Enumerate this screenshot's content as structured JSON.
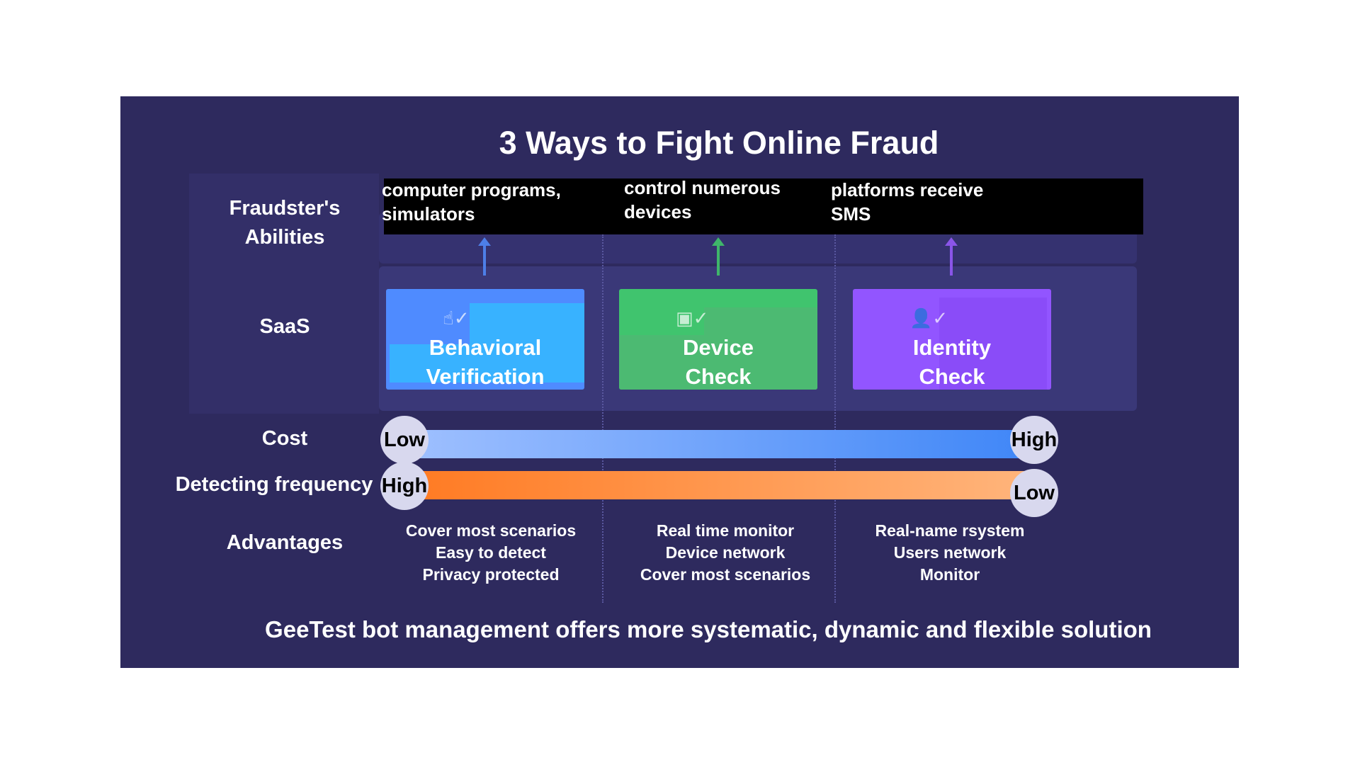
{
  "title": "3 Ways to Fight Online Fraud",
  "rows": {
    "abilities": [
      "Fraudster's",
      "Abilities"
    ],
    "saas": "SaaS",
    "cost": "Cost",
    "frequency": "Detecting frequency",
    "advantages": "Advantages"
  },
  "abilities": [
    [
      "computer programs,",
      "simulators"
    ],
    [
      "control numerous",
      "devices"
    ],
    [
      "platforms receive",
      "SMS"
    ]
  ],
  "cards": [
    {
      "icon": "hand-check-icon",
      "lines": [
        "Behavioral",
        "Verification"
      ],
      "color": "#4f8bff"
    },
    {
      "icon": "device-check-icon",
      "lines": [
        "Device",
        "Check"
      ],
      "color": "#45c36e"
    },
    {
      "icon": "user-check-icon",
      "lines": [
        "Identity",
        "Check"
      ],
      "color": "#8b4dff"
    }
  ],
  "cost": {
    "start": "Low",
    "end": "High"
  },
  "frequency": {
    "start": "High",
    "end": "Low"
  },
  "advantages": [
    [
      "Cover most scenarios",
      "Easy to detect",
      "Privacy protected"
    ],
    [
      "Real time monitor",
      "Device network",
      "Cover most scenarios"
    ],
    [
      "Real-name rsystem",
      "Users network",
      "Monitor"
    ]
  ],
  "footer": "GeeTest bot management offers more systematic, dynamic and flexible solution"
}
